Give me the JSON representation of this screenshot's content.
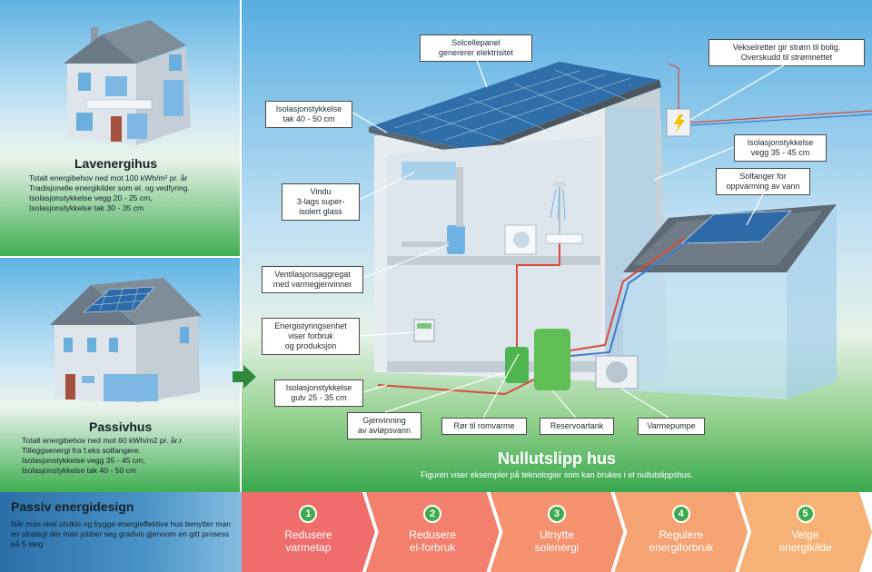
{
  "colors": {
    "green": "#3faa4b",
    "steps": [
      "#ef6d6b",
      "#f2806d",
      "#f4926f",
      "#f5a372",
      "#f6b276"
    ]
  },
  "lowenergy": {
    "title": "Lavenergihus",
    "desc": [
      "Totalt energibehov ned mot 100 kWh/m² pr. år",
      "Tradisjonelle energikilder som el. og vedfyring.",
      "Isolasjonstykkelse vegg 20 - 25 cm,",
      "Isolasjonstykkelse tak  30 - 35 cm"
    ]
  },
  "passive": {
    "title": "Passivhus",
    "desc": [
      "Totalt energibehov ned mot 60 kWh/m2 pr. år.r",
      "Tilleggsenergi fra f.eks solfangere.",
      "Isolasjonstykkelse vegg 35 - 45 cm,",
      "Isolasjonstykkelse tak 40 - 50 cm"
    ]
  },
  "zero": {
    "title": "Nullutslipp hus",
    "subtitle": "Figuren viser eksempler på teknologier som kan brukes i et nullutslippshus.",
    "callouts": {
      "solar_panel": "Solcellepanel\ngenererer elektrisitet",
      "inverter": "Vekselretter gir strøm til bolig.\nOverskudd til strømnettet",
      "roof_insulation": "Isolasjonstykkelse\ntak 40 - 50 cm",
      "wall_insulation": "Isolasjonstykkelse\nvegg 35 - 45 cm",
      "solar_collector": "Solfanger for\noppvarming av vann",
      "window": "Vindu\n3-lags super-\nisolert glass",
      "ventilation": "Ventilasjonsaggregat\nmed varmegjenvinner",
      "control_unit": "Energistyringsenhet\nviser forbruk\nog produksjon",
      "floor_insulation": "Isolasjonstykkelse\ngulv 25 - 35 cm",
      "recovery": "Gjenvinning\nav avløpsvann",
      "heating_pipes": "Rør til romvarme",
      "reserve_tank": "Reservoartank",
      "heat_pump": "Varmepumpe"
    }
  },
  "design": {
    "title": "Passiv energidesign",
    "desc": "Når man skal utvikle og bygge energieffektive hus benytter man en strategi der man jobber seg gradvis gjennom en gitt prosess på 5 steg"
  },
  "steps": [
    {
      "num": "1",
      "label": "Redusere\nvarmetap"
    },
    {
      "num": "2",
      "label": "Redusere\nel-forbruk"
    },
    {
      "num": "3",
      "label": "Utnytte\nsolenergi"
    },
    {
      "num": "4",
      "label": "Regulere\nenergiforbruk"
    },
    {
      "num": "5",
      "label": "Velge\nenergikilde"
    }
  ]
}
